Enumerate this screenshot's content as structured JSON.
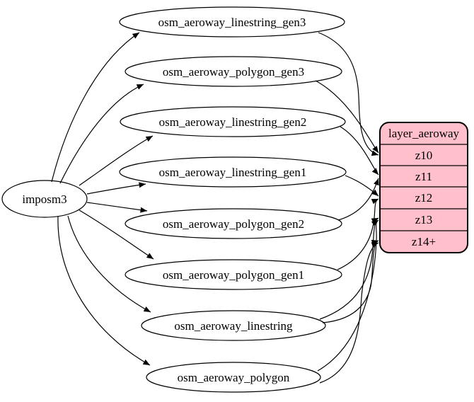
{
  "diagram": {
    "background": "#ffffff",
    "stroke_color": "#000000",
    "node_fill": "#ffffff",
    "source": {
      "label": "imposm3"
    },
    "tables": [
      {
        "label": "osm_aeroway_linestring_gen3"
      },
      {
        "label": "osm_aeroway_polygon_gen3"
      },
      {
        "label": "osm_aeroway_linestring_gen2"
      },
      {
        "label": "osm_aeroway_linestring_gen1"
      },
      {
        "label": "osm_aeroway_polygon_gen2"
      },
      {
        "label": "osm_aeroway_polygon_gen1"
      },
      {
        "label": "osm_aeroway_linestring"
      },
      {
        "label": "osm_aeroway_polygon"
      }
    ],
    "layer": {
      "title": "layer_aeroway",
      "fill": "#ffc0cb",
      "rows": [
        "z10",
        "z11",
        "z12",
        "z13",
        "z14+"
      ]
    },
    "edges": [
      {
        "from": "imposm3",
        "to": "osm_aeroway_linestring_gen3"
      },
      {
        "from": "imposm3",
        "to": "osm_aeroway_polygon_gen3"
      },
      {
        "from": "imposm3",
        "to": "osm_aeroway_linestring_gen2"
      },
      {
        "from": "imposm3",
        "to": "osm_aeroway_linestring_gen1"
      },
      {
        "from": "imposm3",
        "to": "osm_aeroway_polygon_gen2"
      },
      {
        "from": "imposm3",
        "to": "osm_aeroway_polygon_gen1"
      },
      {
        "from": "imposm3",
        "to": "osm_aeroway_linestring"
      },
      {
        "from": "imposm3",
        "to": "osm_aeroway_polygon"
      },
      {
        "from": "osm_aeroway_linestring_gen3",
        "to": "layer_aeroway:z10"
      },
      {
        "from": "osm_aeroway_polygon_gen3",
        "to": "layer_aeroway:z10"
      },
      {
        "from": "osm_aeroway_linestring_gen2",
        "to": "layer_aeroway:z11"
      },
      {
        "from": "osm_aeroway_polygon_gen2",
        "to": "layer_aeroway:z11"
      },
      {
        "from": "osm_aeroway_linestring_gen1",
        "to": "layer_aeroway:z12"
      },
      {
        "from": "osm_aeroway_polygon_gen1",
        "to": "layer_aeroway:z12"
      },
      {
        "from": "osm_aeroway_linestring",
        "to": "layer_aeroway:z13"
      },
      {
        "from": "osm_aeroway_polygon",
        "to": "layer_aeroway:z13"
      },
      {
        "from": "osm_aeroway_linestring",
        "to": "layer_aeroway:z14+"
      },
      {
        "from": "osm_aeroway_polygon",
        "to": "layer_aeroway:z14+"
      }
    ]
  }
}
